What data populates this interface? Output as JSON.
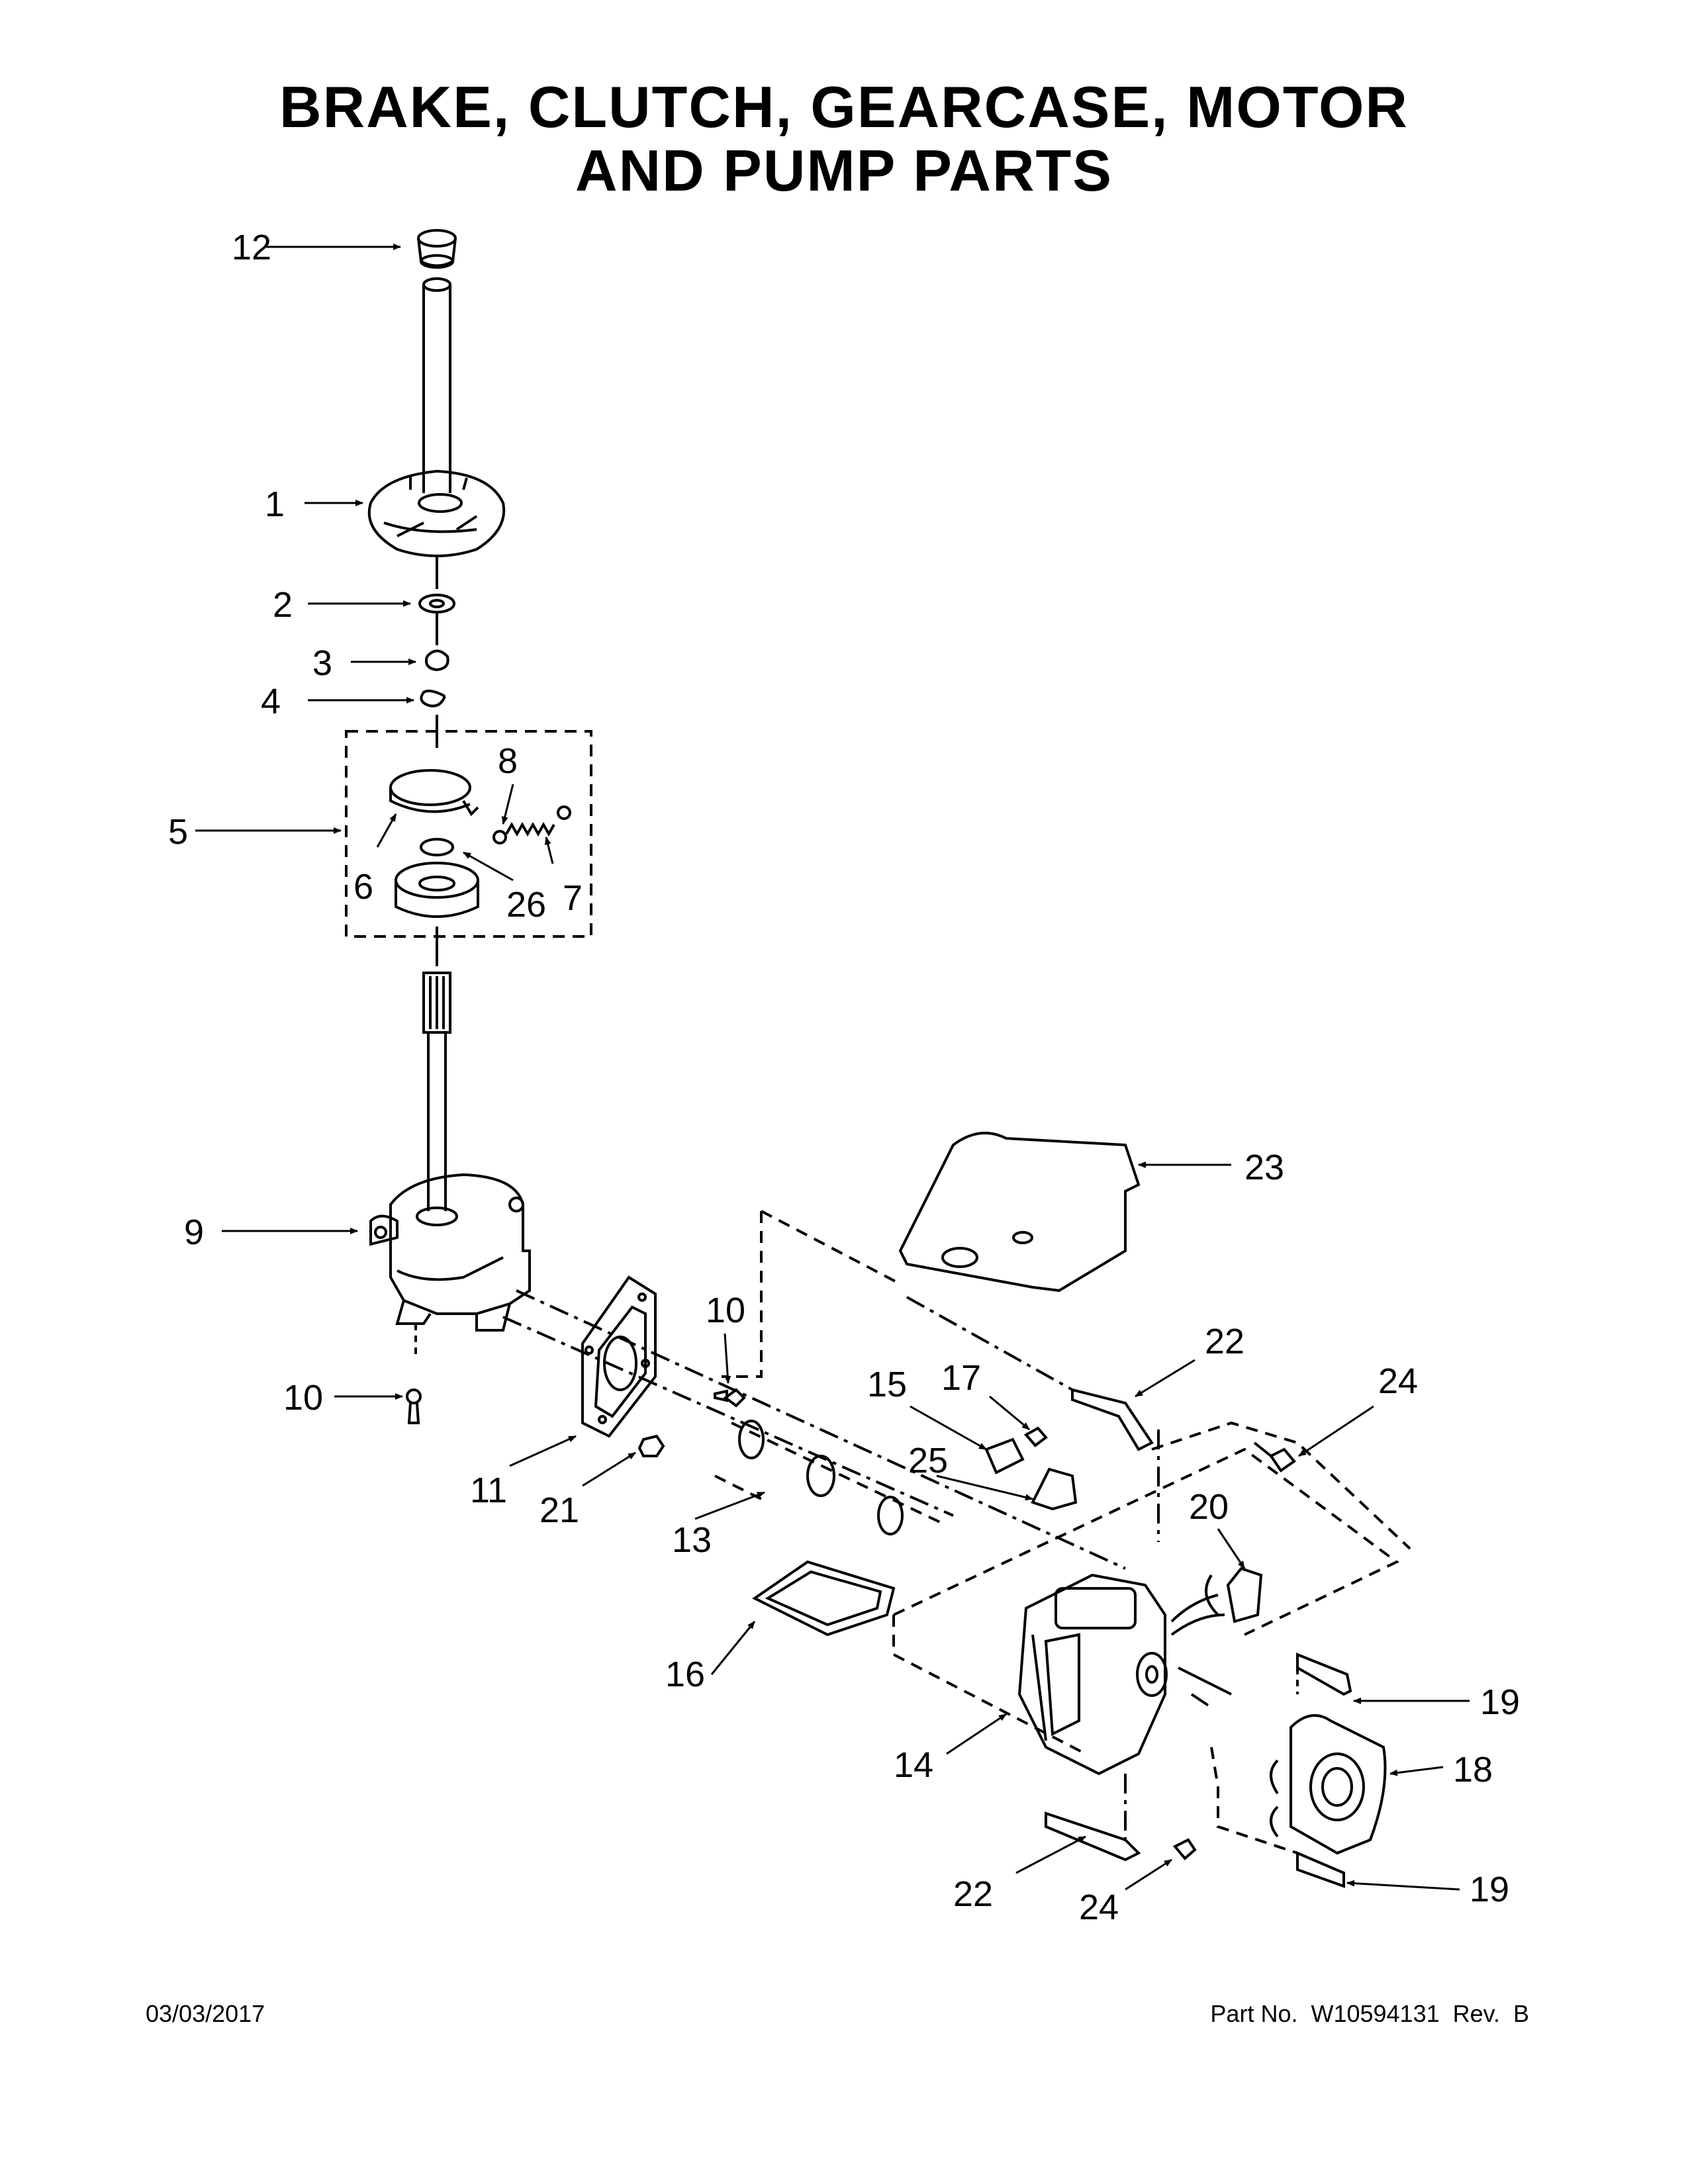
{
  "title": {
    "line1": "BRAKE, CLUTCH, GEARCASE, MOTOR",
    "line2": "AND PUMP PARTS"
  },
  "callouts": [
    "12",
    "1",
    "2",
    "3",
    "4",
    "8",
    "5",
    "6",
    "26",
    "7",
    "9",
    "10",
    "10",
    "11",
    "21",
    "13",
    "23",
    "22",
    "15",
    "17",
    "25",
    "24",
    "20",
    "16",
    "14",
    "19",
    "18",
    "22",
    "24",
    "19"
  ],
  "footer": {
    "date": "03/03/2017",
    "part": "Part No.  W10594131  Rev.  B"
  }
}
